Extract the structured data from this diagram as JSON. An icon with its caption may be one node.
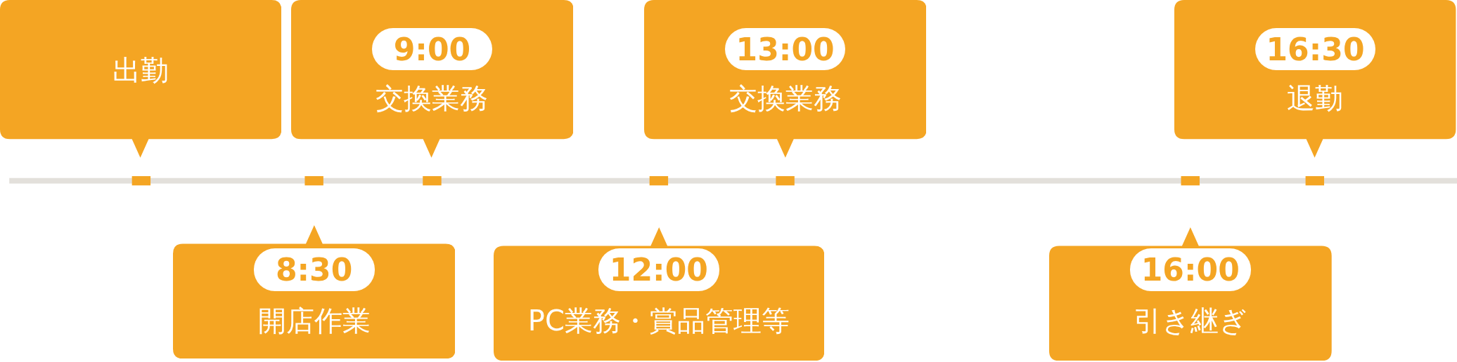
{
  "diagram": {
    "nodes": [
      {
        "text": [
          "出勤"
        ]
      },
      {
        "text": [
          "開店作業"
        ]
      },
      {
        "text": [
          "8:30"
        ],
        "in": 1
      },
      {
        "text": [
          "交換業務"
        ]
      },
      {
        "text": [
          "9:00"
        ],
        "in": 3
      },
      {
        "text": [
          "PC業務・賞品管理等"
        ]
      },
      {
        "text": [
          "12:00"
        ],
        "in": 5
      },
      {
        "text": [
          "交換業務"
        ]
      },
      {
        "text": [
          "13:00"
        ],
        "in": 7
      },
      {
        "text": [
          "引き継ぎ"
        ]
      },
      {
        "text": [
          "16:00"
        ],
        "in": 9
      },
      {
        "text": [
          "退勤"
        ]
      },
      {
        "text": [
          "16:30"
        ],
        "in": 11
      }
    ]
  }
}
